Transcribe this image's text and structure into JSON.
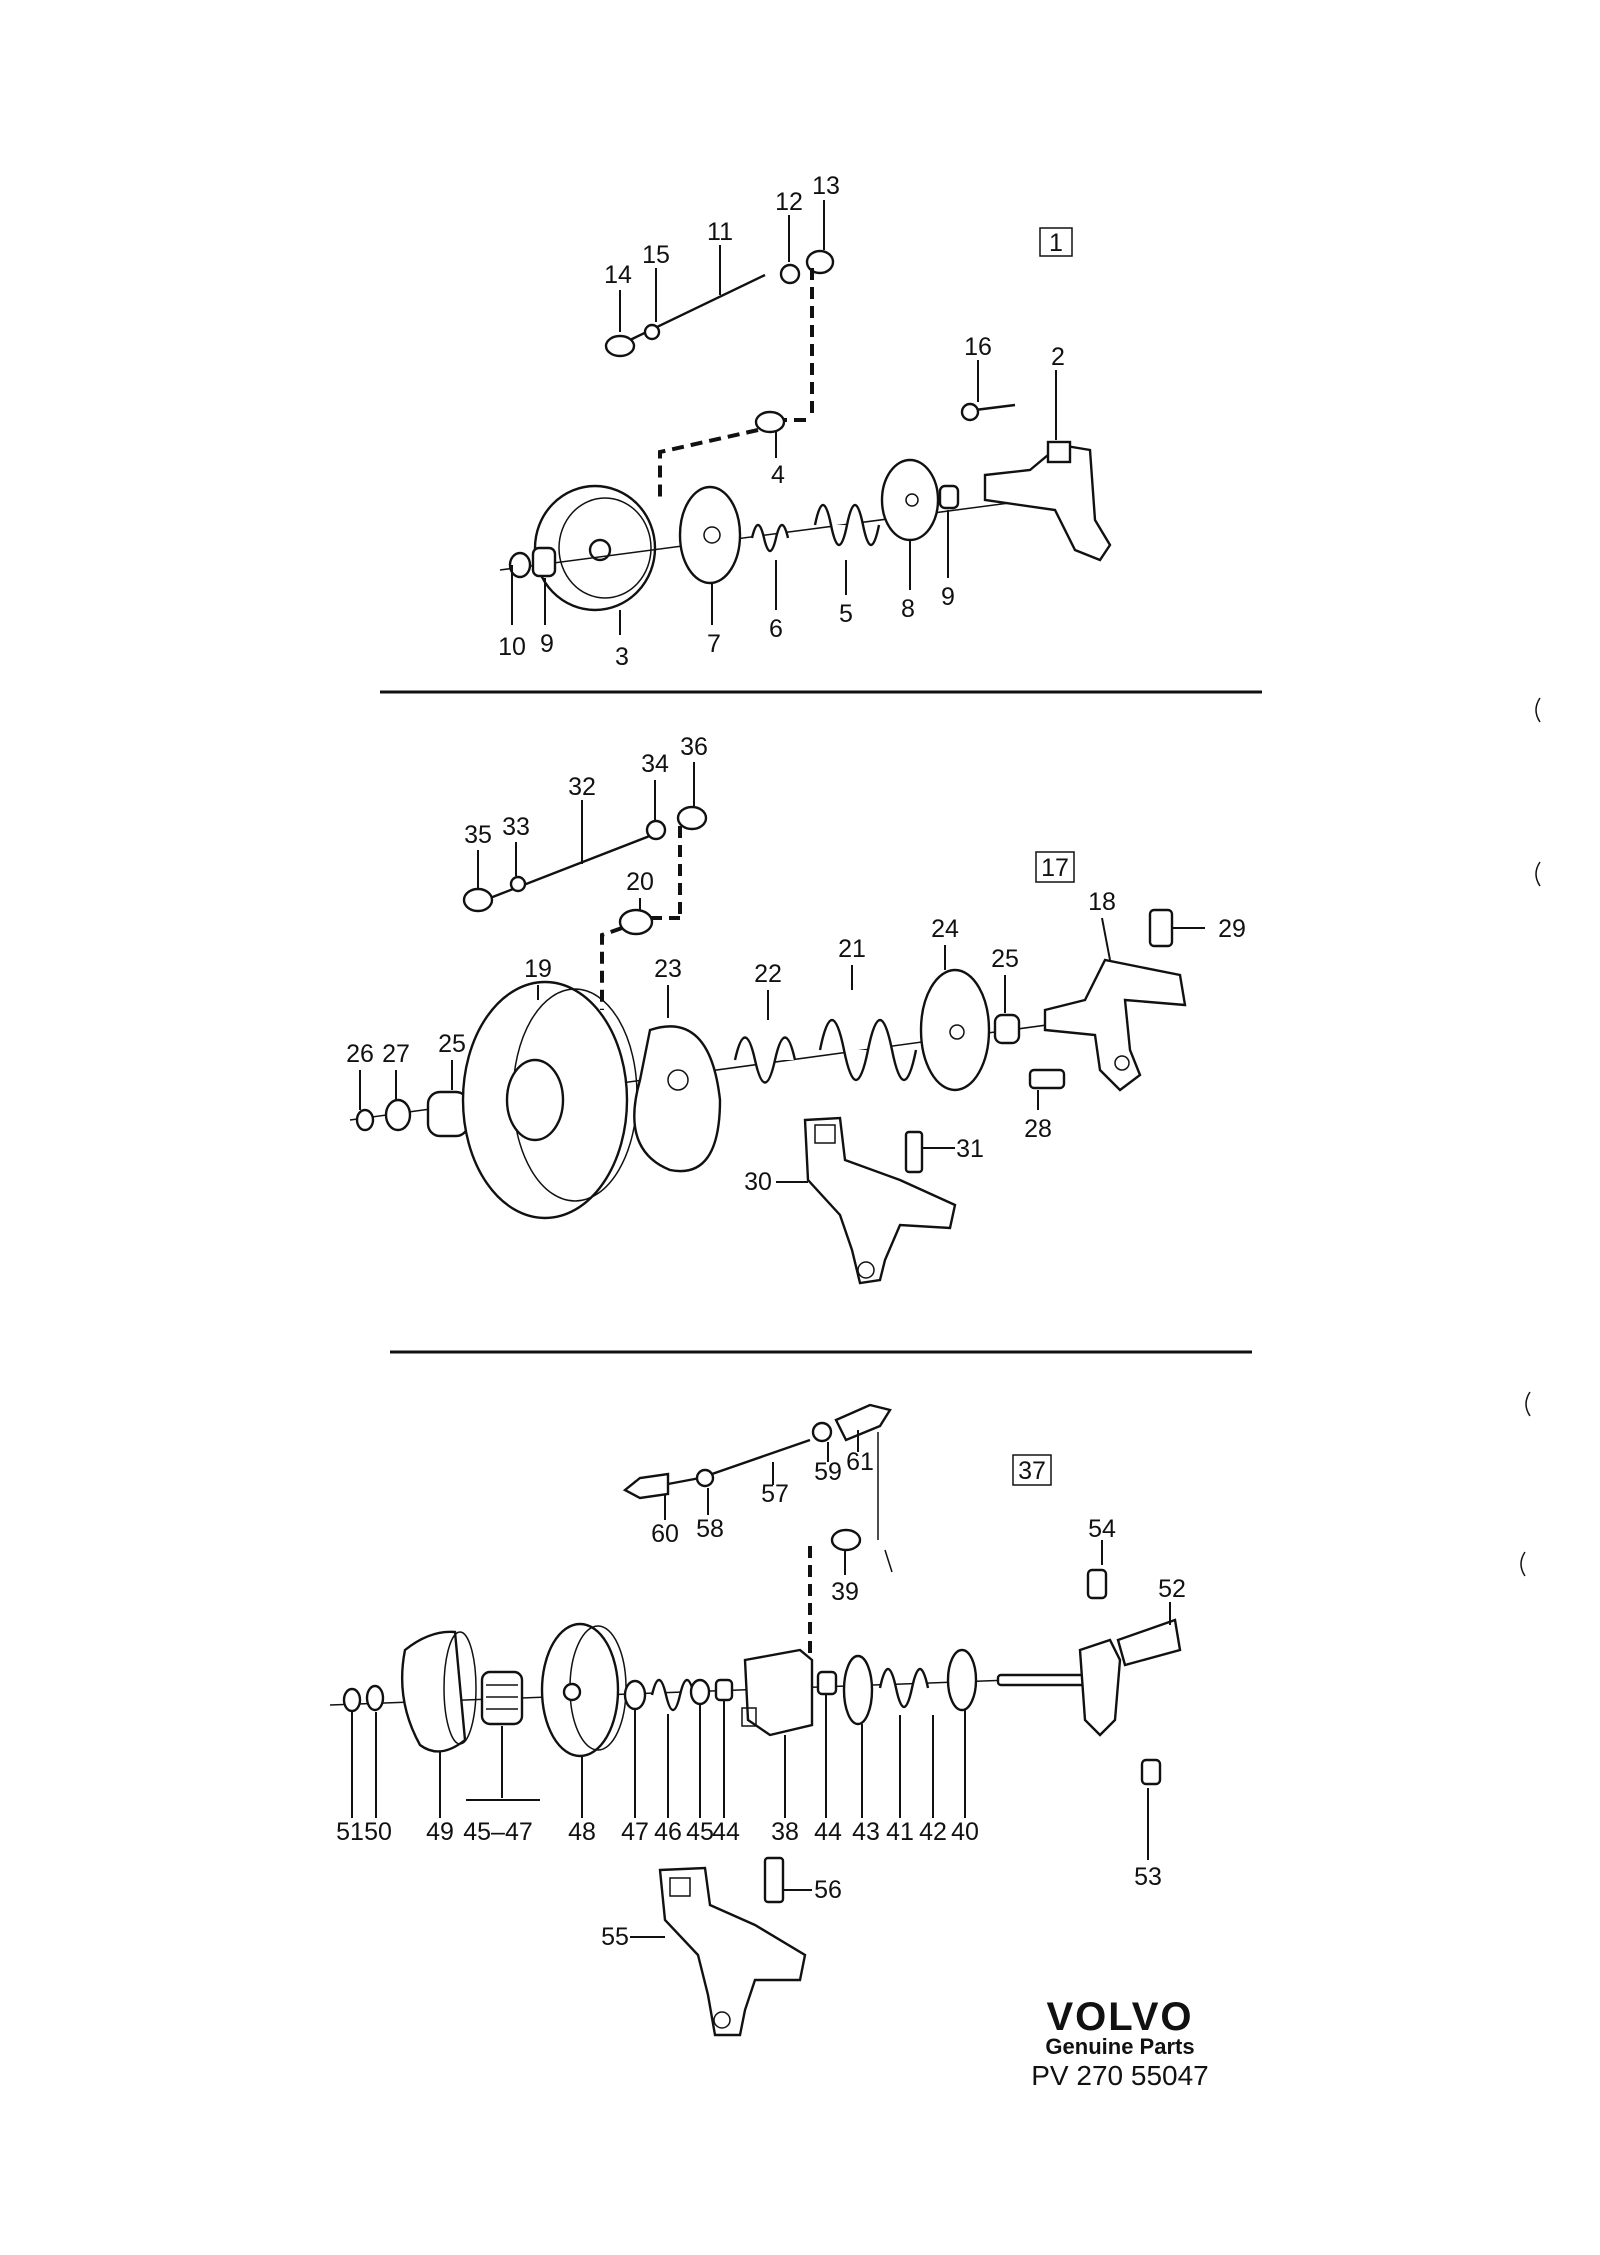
{
  "sections": [
    {
      "box_label": "1",
      "labels": [
        "2",
        "3",
        "4",
        "5",
        "6",
        "7",
        "8",
        "9",
        "9",
        "10",
        "11",
        "12",
        "13",
        "14",
        "15",
        "16"
      ]
    },
    {
      "box_label": "17",
      "labels": [
        "18",
        "19",
        "20",
        "21",
        "22",
        "23",
        "24",
        "25",
        "25",
        "26",
        "27",
        "28",
        "29",
        "30",
        "31",
        "32",
        "33",
        "34",
        "35",
        "36"
      ]
    },
    {
      "box_label": "37",
      "labels": [
        "38",
        "39",
        "40",
        "41",
        "42",
        "43",
        "44",
        "44",
        "45",
        "45–47",
        "46",
        "47",
        "48",
        "49",
        "50",
        "51",
        "52",
        "53",
        "54",
        "55",
        "56",
        "57",
        "58",
        "59",
        "60",
        "61"
      ]
    }
  ],
  "brand": {
    "name": "VOLVO",
    "tagline": "Genuine Parts",
    "code": "PV 270 55047"
  }
}
